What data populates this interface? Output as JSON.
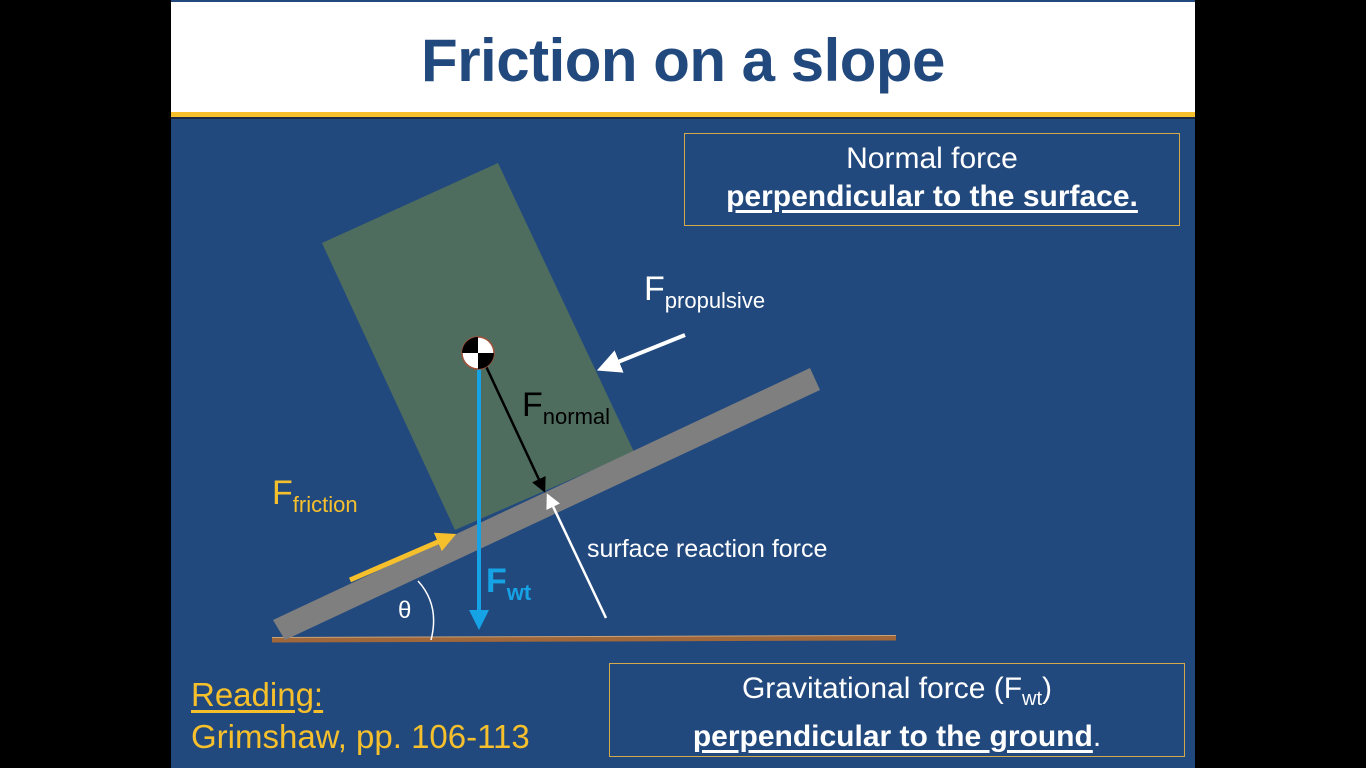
{
  "slide": {
    "title": "Friction on a slope",
    "colors": {
      "background": "#22497d",
      "title_text": "#22497d",
      "accent_gold": "#f6c02d",
      "box_green": "#4e6d5e",
      "ramp_gray": "#7f7f7f",
      "ground_brown": "#a0673a",
      "weight_blue": "#16a3e6"
    }
  },
  "normal_box": {
    "line1": "Normal force",
    "line2": "perpendicular to the surface."
  },
  "gravity_box": {
    "line1_prefix": "Gravitational force (F",
    "line1_sub": "wt",
    "line1_suffix": ")",
    "line2_underlined": "perpendicular to the ground",
    "line2_suffix": "."
  },
  "labels": {
    "propulsive": {
      "main": "F",
      "sub": "propulsive"
    },
    "normal": {
      "main": "F",
      "sub": "normal"
    },
    "friction": {
      "main": "F",
      "sub": "friction"
    },
    "weight": {
      "main": "F",
      "sub": "wt"
    },
    "surface_reaction": "surface reaction force",
    "angle": "θ"
  },
  "reading": {
    "heading": "Reading:",
    "reference": "Grimshaw, pp. 106-113"
  }
}
